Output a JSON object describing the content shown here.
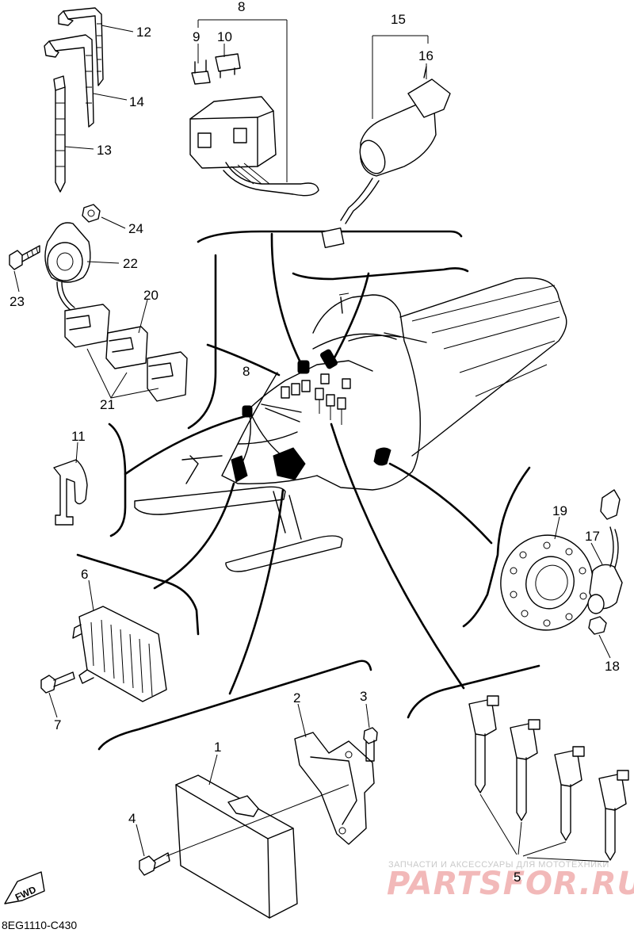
{
  "callouts": {
    "c1": "1",
    "c2": "2",
    "c3": "3",
    "c4": "4",
    "c5": "5",
    "c6": "6",
    "c7": "7",
    "c8": "8",
    "c8b": "8",
    "c9": "9",
    "c10": "10",
    "c11": "11",
    "c12": "12",
    "c13": "13",
    "c14": "14",
    "c15": "15",
    "c16": "16",
    "c17": "17",
    "c18": "18",
    "c19": "19",
    "c20": "20",
    "c21": "21",
    "c22": "22",
    "c23": "23",
    "c24": "24"
  },
  "diagram_code": "8EG1110-C430",
  "fwd_label": "FWD",
  "watermark": {
    "tagline": "ЗАПЧАСТИ И АКСЕССУАРЫ ДЛЯ МОТОТЕХНИКИ",
    "logo": "PARTSFOR.RU"
  }
}
